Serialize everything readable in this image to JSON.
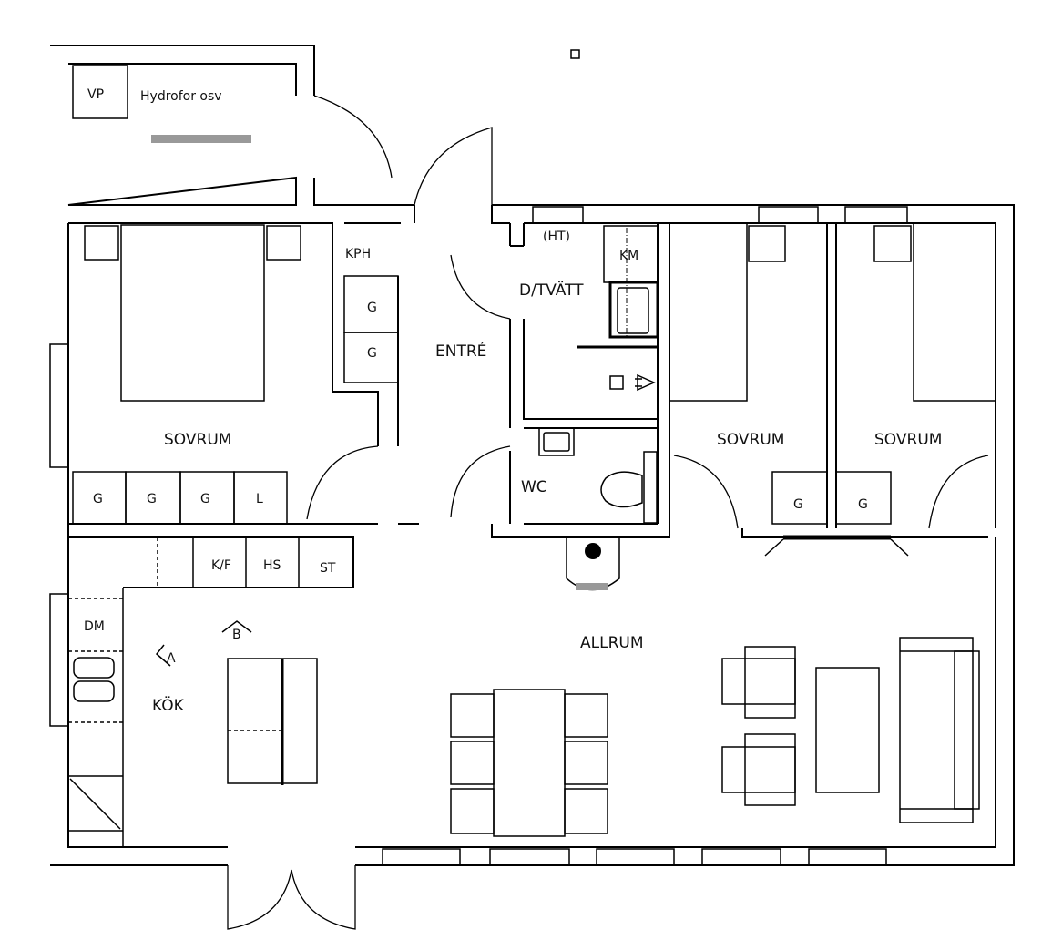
{
  "plan": {
    "rooms": {
      "hydrofor": "Hydrofor osv",
      "bedroom_main": "SOVRUM",
      "entry": "ENTRÉ",
      "laundry": "D/TVÄTT",
      "wc": "WC",
      "bedroom_2": "SOVRUM",
      "bedroom_3": "SOVRUM",
      "kitchen": "KÖK",
      "living": "ALLRUM"
    },
    "fixtures": {
      "vp": "VP",
      "kph": "KPH",
      "ht": "(HT)",
      "km": "KM",
      "closet_g": "G",
      "closet_l": "L",
      "kf": "K/F",
      "hs": "HS",
      "st": "ST",
      "dm": "DM",
      "section_a": "A",
      "section_b": "B"
    }
  }
}
